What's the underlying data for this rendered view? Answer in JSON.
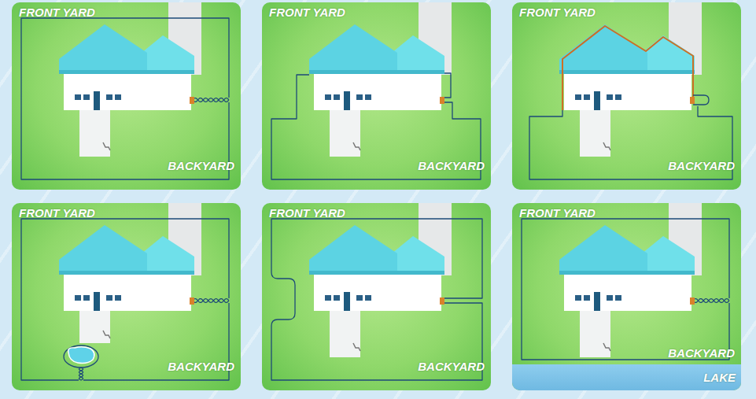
{
  "diagram": {
    "nodes": [
      {
        "text": [
          "FRONT YARD",
          "BACKYARD"
        ]
      },
      {
        "text": [
          "FRONT YARD",
          "BACKYARD"
        ]
      },
      {
        "text": [
          "FRONT YARD",
          "BACKYARD"
        ]
      },
      {
        "text": [
          "FRONT YARD",
          "BACKYARD"
        ]
      },
      {
        "text": [
          "FRONT YARD",
          "BACKYARD"
        ]
      },
      {
        "text": [
          "FRONT YARD",
          "BACKYARD"
        ]
      },
      {
        "text": [
          "LAKE"
        ],
        "in": 5
      }
    ]
  }
}
